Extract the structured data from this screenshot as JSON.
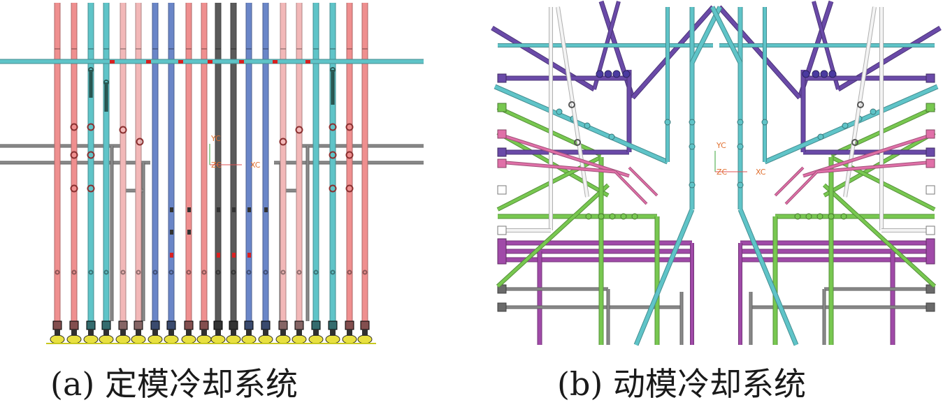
{
  "figure": {
    "panel_a": {
      "caption": "(a) 定模冷却系统",
      "axes": {
        "y": "YC",
        "z": "ZC",
        "x": "XC"
      }
    },
    "panel_b": {
      "caption": "(b) 动模冷却系统",
      "axes": {
        "y": "YC",
        "z": "ZC",
        "x": "XC"
      }
    }
  },
  "colors": {
    "salmon": "#ef8f8f",
    "cyan": "#5fc4c8",
    "light_pink": "#f2b8b8",
    "blue": "#6a86c8",
    "dark_gray": "#5a5a5a",
    "mid_gray": "#8a8a8a",
    "purple": "#6a4aa8",
    "magenta": "#a04aa8",
    "green": "#78c850",
    "pink": "#e070a8",
    "white": "#f4f4f4"
  }
}
